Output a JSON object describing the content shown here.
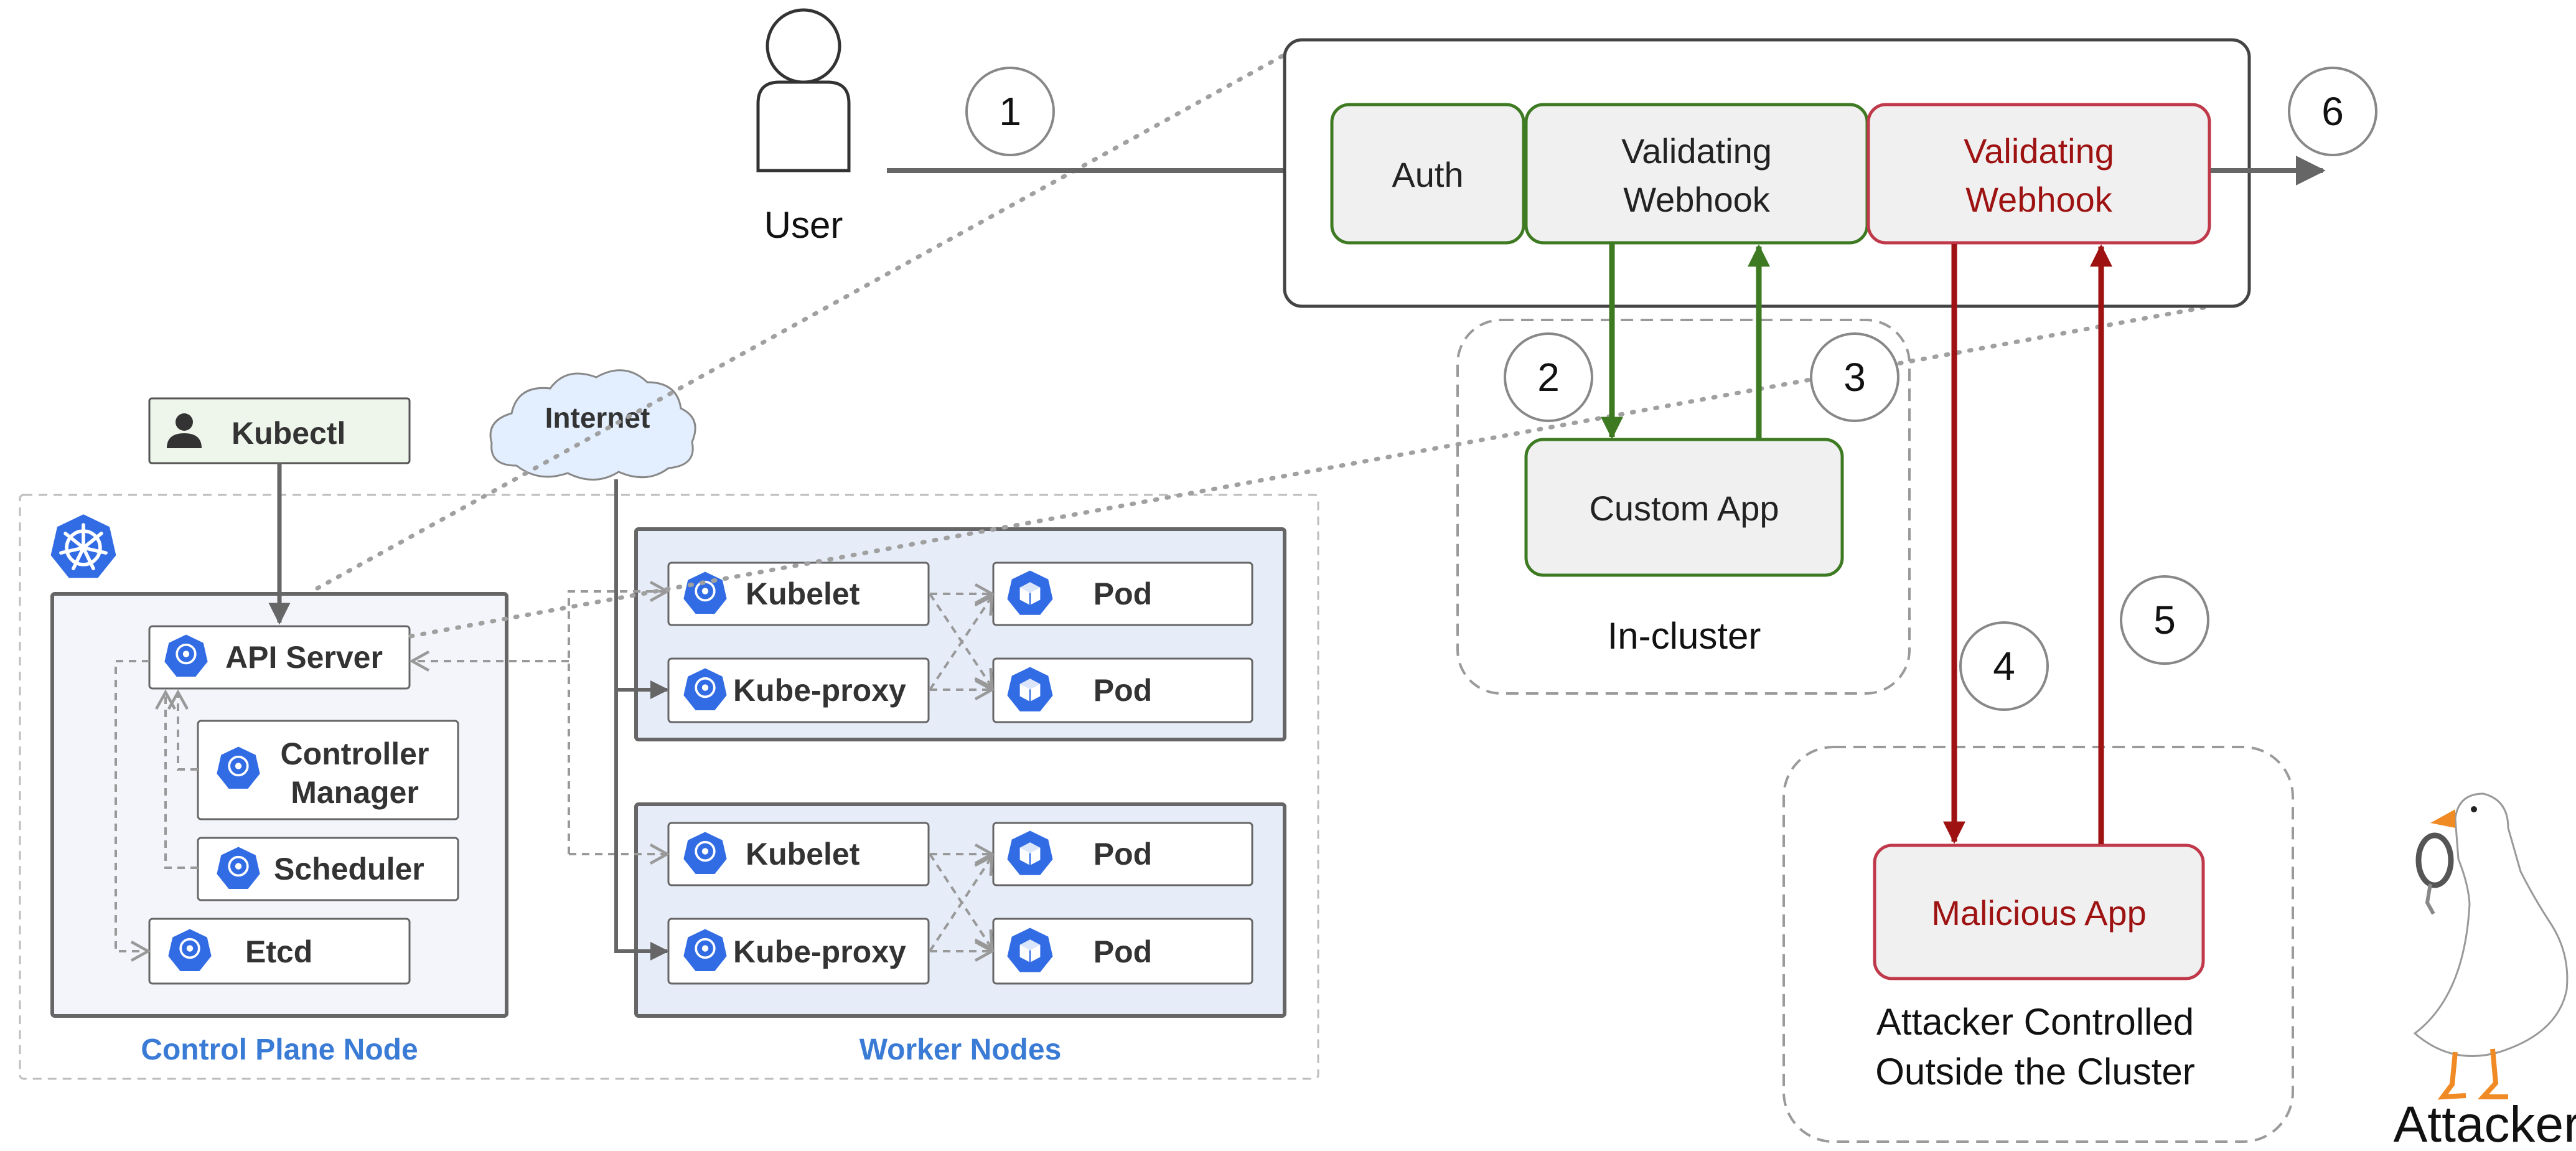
{
  "user": {
    "label": "User"
  },
  "steps": [
    "1",
    "2",
    "3",
    "4",
    "5",
    "6"
  ],
  "admission": {
    "auth_label": "Auth",
    "webhook_green_line1": "Validating",
    "webhook_green_line2": "Webhook",
    "webhook_red_line1": "Validating",
    "webhook_red_line2": "Webhook"
  },
  "incluster": {
    "app_label": "Custom App",
    "zone_label": "In-cluster"
  },
  "outside": {
    "app_label": "Malicious App",
    "zone_line1": "Attacker Controlled",
    "zone_line2": "Outside the Cluster"
  },
  "attacker": {
    "label": "Attacker"
  },
  "kubectl": {
    "label": "Kubectl"
  },
  "internet": {
    "label": "Internet"
  },
  "control_plane": {
    "title": "Control Plane Node",
    "api_server": "API Server",
    "controller_line1": "Controller",
    "controller_line2": "Manager",
    "scheduler": "Scheduler",
    "etcd": "Etcd"
  },
  "worker_nodes": {
    "title": "Worker Nodes",
    "node1": {
      "kubelet": "Kubelet",
      "kube_proxy": "Kube-proxy",
      "pod_a": "Pod",
      "pod_b": "Pod"
    },
    "node2": {
      "kubelet": "Kubelet",
      "kube_proxy": "Kube-proxy",
      "pod_a": "Pod",
      "pod_b": "Pod"
    }
  },
  "icons": {
    "k8s": "kubernetes-icon",
    "api": "api",
    "cm": "c-m",
    "sched": "sched",
    "etcd": "etcd",
    "kubelet": "kubelet",
    "proxy": "k-proxy",
    "pod": "pod"
  },
  "colors": {
    "green": "#3d7a22",
    "red": "#9e1212",
    "k8s_blue": "#326ce5",
    "title_blue": "#3a7bd5",
    "worker_bg": "#e6ecf8",
    "cp_bg": "#f3f5fb"
  }
}
